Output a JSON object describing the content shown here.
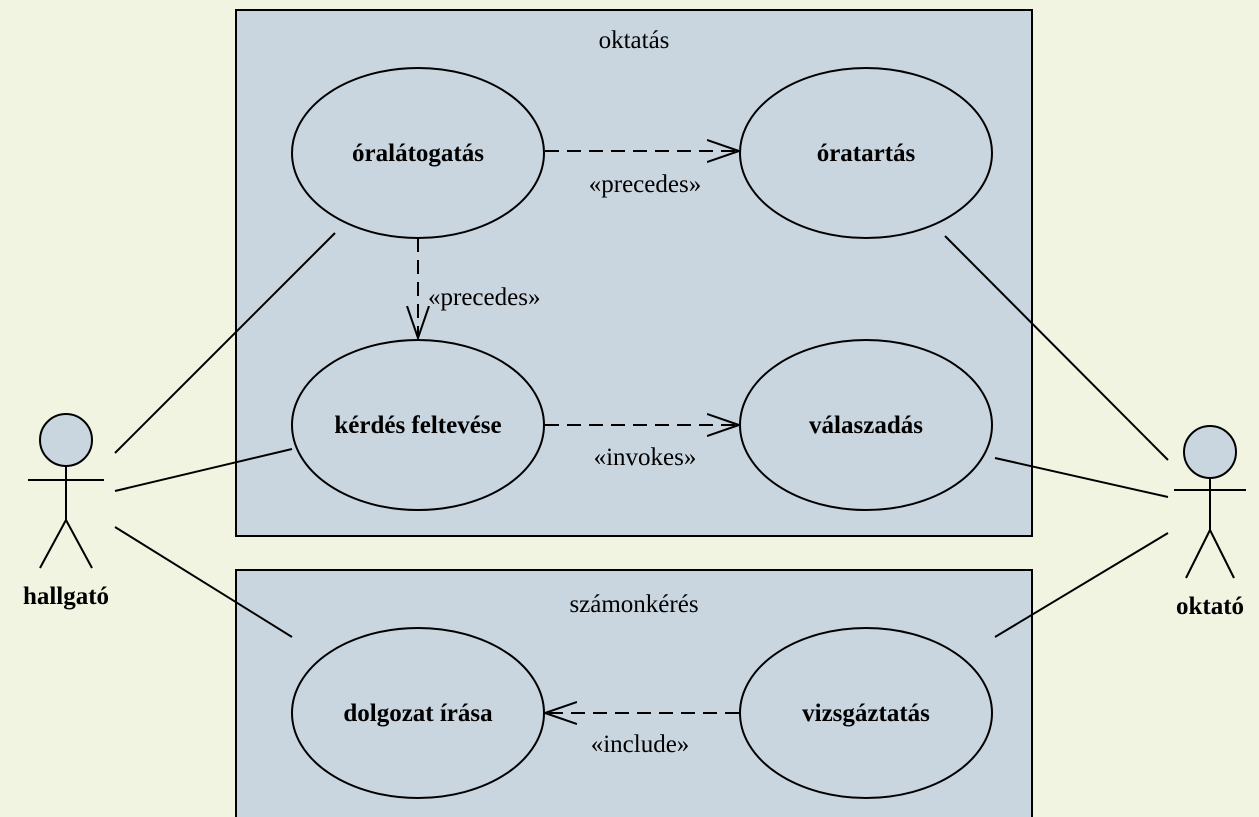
{
  "colors": {
    "background": "#f2f4e2",
    "package_fill": "#c9d5df",
    "usecase_fill": "#c9d5df",
    "stroke": "#000000"
  },
  "packages": {
    "oktatas": {
      "title": "oktatás"
    },
    "szamonkeres": {
      "title": "számonkérés"
    }
  },
  "use_cases": {
    "oralatogatas": "óralátogatás",
    "oratartas": "óratartás",
    "kerdes_feltevese": "kérdés feltevése",
    "valaszadas": "válaszadás",
    "dolgozat_irasa": "dolgozat írása",
    "vizsgaztatas": "vizsgáztatás"
  },
  "relations": {
    "precedes_1": "«precedes»",
    "precedes_2": "«precedes»",
    "invokes": "«invokes»",
    "include": "«include»"
  },
  "actors": {
    "hallgato": {
      "label": "hallgató",
      "icon": "stick-figure-icon"
    },
    "oktato": {
      "label": "oktató",
      "icon": "stick-figure-icon"
    }
  }
}
